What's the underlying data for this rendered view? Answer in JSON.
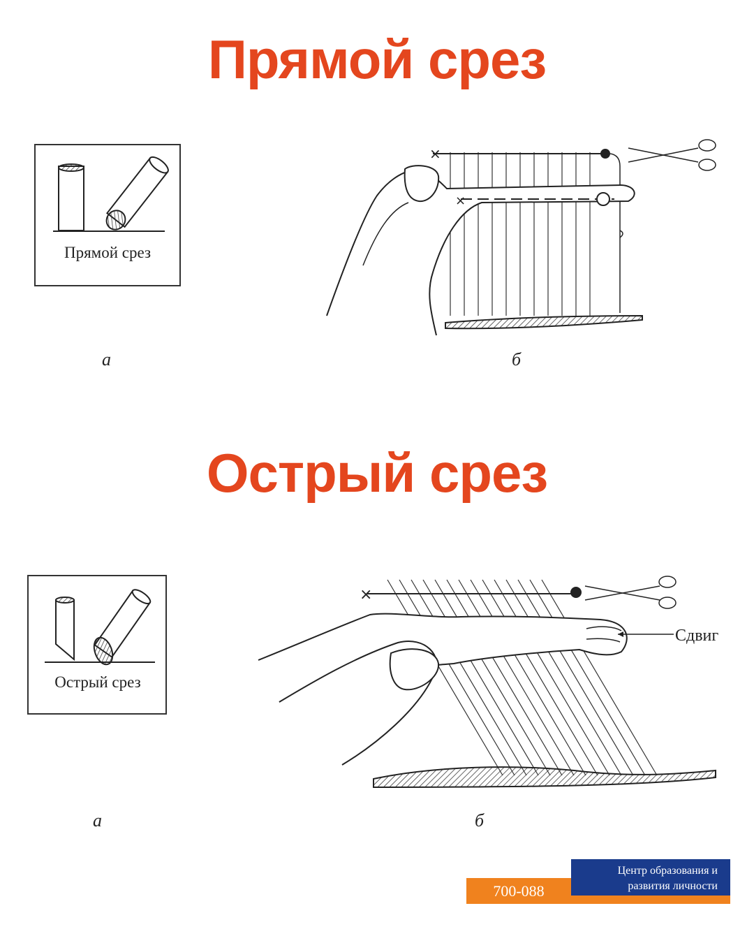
{
  "section1": {
    "title": "Прямой срез",
    "fig_a_caption": "Прямой срез",
    "label_a": "а",
    "label_b": "б"
  },
  "section2": {
    "title": "Острый срез",
    "fig_a_caption": "Острый срез",
    "shift_label": "Сдвиг",
    "label_a": "а",
    "label_b": "б"
  },
  "footer": {
    "org_line1": "Центр образования и",
    "org_line2": "развития личности",
    "phone": "700-088"
  },
  "colors": {
    "title": "#e4461e",
    "footer_blue": "#1a3b8c",
    "footer_orange": "#f0821e"
  }
}
